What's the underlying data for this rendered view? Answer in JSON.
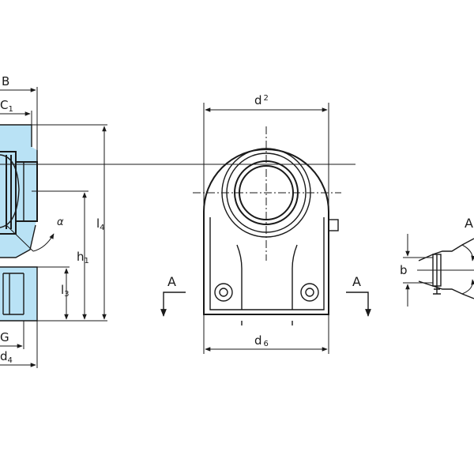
{
  "drawing": {
    "colors": {
      "section_fill": "#b9e2f5",
      "line": "#1a1a1a",
      "background": "#ffffff"
    },
    "side_view": {
      "labels": {
        "B": "B",
        "C": "C",
        "C_sub": "1",
        "l4": "l",
        "l4_sub": "4",
        "h1": "h",
        "h1_sub": "1",
        "l3": "l",
        "l3_sub": "3",
        "alpha": "α",
        "G": "G",
        "d4": "d",
        "d4_sub": "4"
      }
    },
    "front_view": {
      "labels": {
        "d2": "d",
        "d2_sub": "2",
        "d6": "d",
        "d6_sub": "6",
        "section_left": "A",
        "section_right": "A"
      }
    },
    "detail_view": {
      "labels": {
        "title": "A",
        "b": "b"
      }
    }
  }
}
